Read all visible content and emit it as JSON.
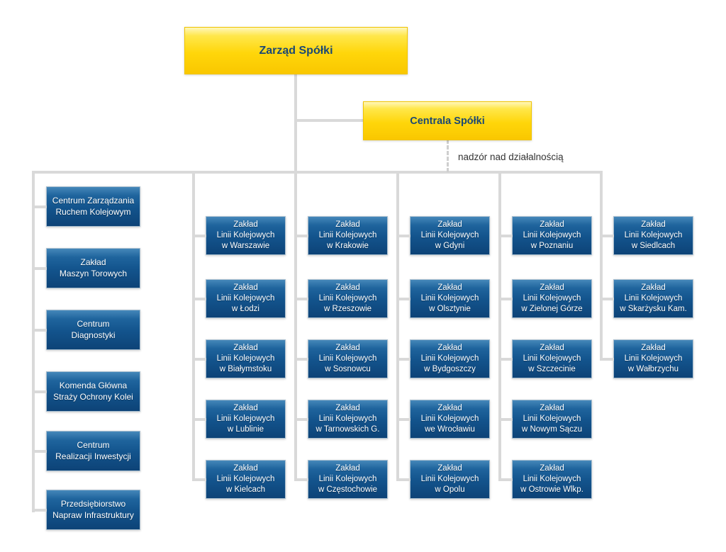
{
  "board": {
    "label": "Zarząd Spółki"
  },
  "headquarters": {
    "label": "Centrala Spółki"
  },
  "supervision_label": "nadzór nad działalnością",
  "left_units": [
    "Centrum Zarządzania\nRuchem Kolejowym",
    "Zakład\nMaszyn Torowych",
    "Centrum\nDiagnostyki",
    "Komenda Główna\nStraży Ochrony Kolei",
    "Centrum\nRealizacji Inwestycji",
    "Przedsiębiorstwo\nNapraw Infrastruktury"
  ],
  "zlk_columns": [
    [
      "Zakład\nLinii Kolejowych\nw Warszawie",
      "Zakład\nLinii Kolejowych\nw Łodzi",
      "Zakład\nLinii Kolejowych\nw Białymstoku",
      "Zakład\nLinii Kolejowych\nw Lublinie",
      "Zakład\nLinii Kolejowych\nw Kielcach"
    ],
    [
      "Zakład\nLinii Kolejowych\nw Krakowie",
      "Zakład\nLinii Kolejowych\nw Rzeszowie",
      "Zakład\nLinii Kolejowych\nw Sosnowcu",
      "Zakład\nLinii Kolejowych\nw Tarnowskich G.",
      "Zakład\nLinii Kolejowych\nw Częstochowie"
    ],
    [
      "Zakład\nLinii Kolejowych\nw Gdyni",
      "Zakład\nLinii Kolejowych\nw Olsztynie",
      "Zakład\nLinii Kolejowych\nw Bydgoszczy",
      "Zakład\nLinii Kolejowych\nwe Wrocławiu",
      "Zakład\nLinii Kolejowych\nw Opolu"
    ],
    [
      "Zakład\nLinii Kolejowych\nw Poznaniu",
      "Zakład\nLinii Kolejowych\nw Zielonej Górze",
      "Zakład\nLinii Kolejowych\nw Szczecinie",
      "Zakład\nLinii Kolejowych\nw Nowym Sączu",
      "Zakład\nLinii Kolejowych\nw Ostrowie Wlkp."
    ],
    [
      "Zakład\nLinii Kolejowych\nw Siedlcach",
      "Zakład\nLinii Kolejowych\nw Skarżysku Kam.",
      "Zakład\nLinii Kolejowych\nw Wałbrzychu"
    ]
  ],
  "colors": {
    "yellow_box": "#ffd60a",
    "blue_box": "#13548d",
    "connector": "#d9d9d9",
    "text_on_blue": "#ffffff",
    "text_on_yellow": "#1b4875"
  }
}
